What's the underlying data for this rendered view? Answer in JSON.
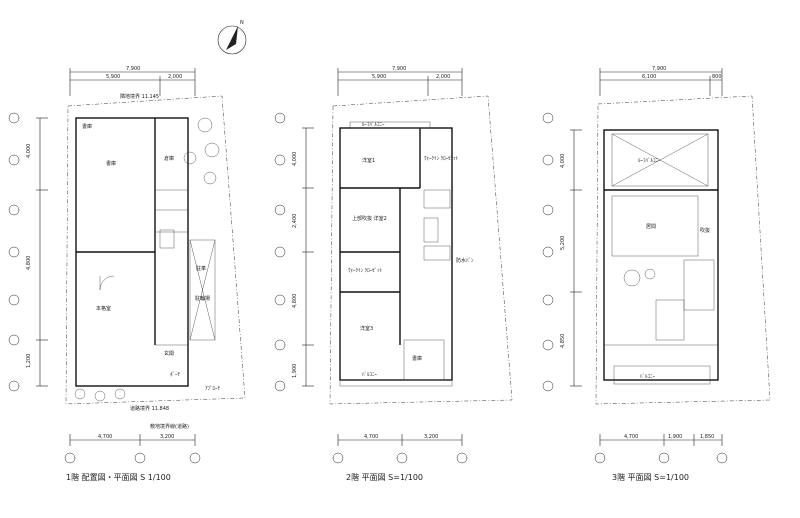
{
  "north_mark": "N",
  "floors": [
    {
      "title": "1階 配置図・平面図 S 1/100",
      "top_total": "7,900",
      "top_parts": [
        "5,900",
        "2,000"
      ],
      "bottom_parts": [
        "4,700",
        "3,200"
      ],
      "left_dims": [
        "4,000",
        "4,800",
        "1,200"
      ],
      "rooms": [
        "書庫",
        "倉庫",
        "書庫",
        "玄関",
        "本格室",
        "駐輪場",
        "駐車",
        "ﾎﾟｰﾁ"
      ],
      "notes": [
        "隣地境界 11.145",
        "道路境界 11.848",
        "敷地境界線(道路)",
        "ｱﾌﾟﾛｰﾁ"
      ]
    },
    {
      "title": "2階 平面図 S=1/100",
      "top_total": "7,900",
      "top_parts": [
        "5,900",
        "2,000"
      ],
      "bottom_parts": [
        "4,700",
        "3,200"
      ],
      "left_dims": [
        "4,000",
        "2,400",
        "4,800",
        "1,900"
      ],
      "rooms": [
        "洋室1",
        "ｳｫｰｸｲﾝ ｸﾛｰｾﾞｯﾄ",
        "上部吹抜 洋室2",
        "ｳｫｰｸｲﾝ ｸﾛｰｾﾞｯﾄ",
        "洋室3",
        "書庫",
        "ﾊﾞﾙｺﾆｰ"
      ],
      "notes": [
        "ﾙｰﾌﾊﾞﾙｺﾆｰ",
        "防水ﾊﾟﾝ"
      ]
    },
    {
      "title": "3階 平面図 S=1/100",
      "top_total": "7,900",
      "top_parts": [
        "6,100",
        "800"
      ],
      "bottom_parts": [
        "4,700",
        "1,900",
        "1,850"
      ],
      "left_dims": [
        "4,000",
        "5,200",
        "4,850"
      ],
      "rooms": [
        "居間",
        "ﾙｰﾌﾊﾞﾙｺﾆｰ",
        "ﾊﾞﾙｺﾆｰ",
        "吹抜"
      ],
      "notes": []
    }
  ]
}
